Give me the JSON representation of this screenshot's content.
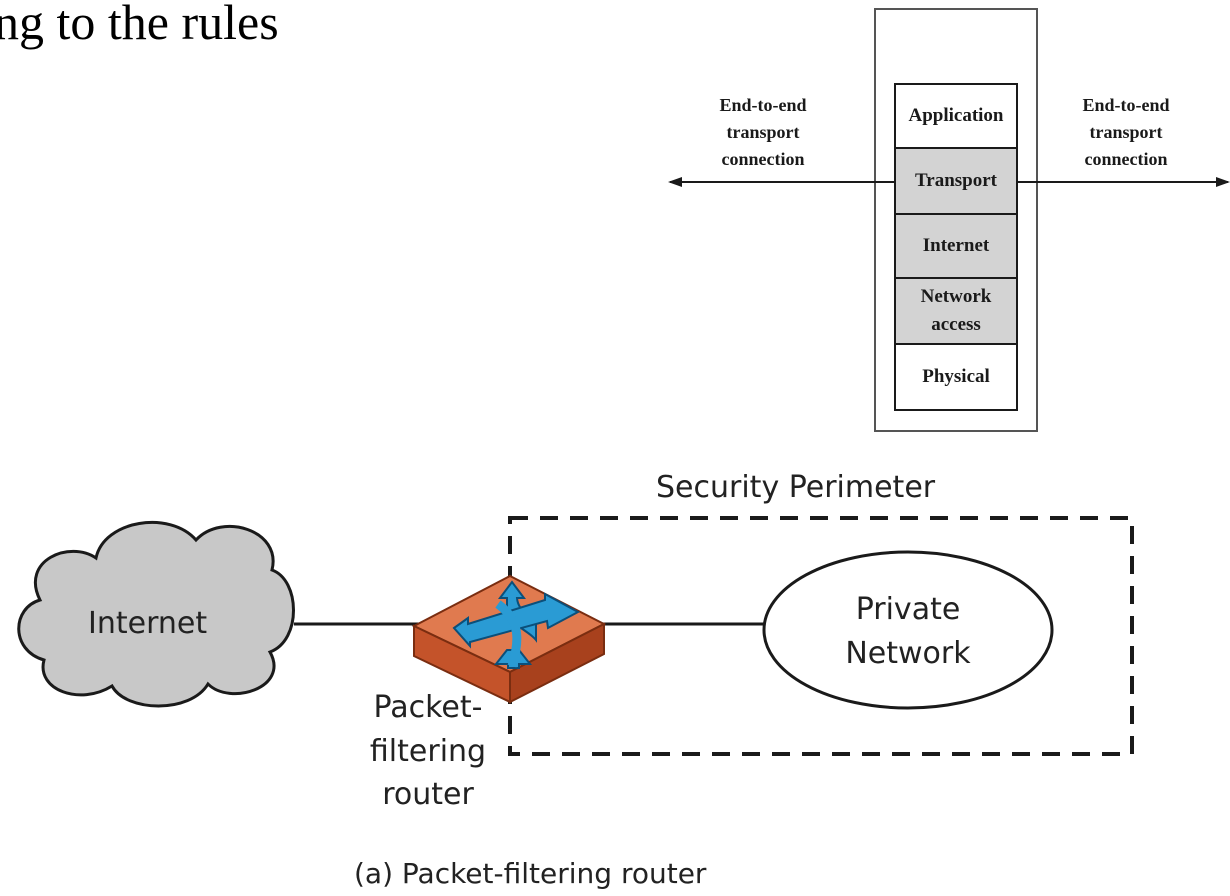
{
  "heading": "ng to the rules",
  "stack": {
    "layers": [
      {
        "label": "Application",
        "fill": "#ffffff"
      },
      {
        "label": "Transport",
        "fill": "#d3d3d3"
      },
      {
        "label": "Internet",
        "fill": "#d3d3d3"
      },
      {
        "label": "Network access",
        "fill": "#d3d3d3"
      },
      {
        "label": "Physical",
        "fill": "#ffffff"
      }
    ],
    "left_label": "End-to-end transport connection",
    "right_label": "End-to-end transport connection"
  },
  "network": {
    "internet_label": "Internet",
    "private_network_label": "Private Network",
    "security_perimeter_label": "Security Perimeter",
    "router_label": "Packet-filtering router",
    "router_color": "#e07a4f",
    "arrow_color": "#2a9bd4",
    "cloud_color": "#c8c8c8"
  },
  "caption": "(a) Packet-filtering router"
}
